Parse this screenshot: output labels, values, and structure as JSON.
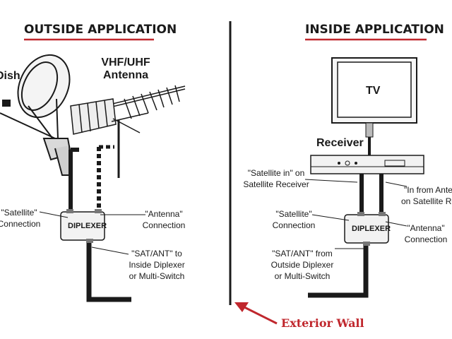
{
  "outside": {
    "title": "OUTSIDE APPLICATION",
    "dish_label": "Dish",
    "antenna_label_1": "VHF/UHF",
    "antenna_label_2": "Antenna",
    "satellite_conn_1": "\"Satellite\"",
    "satellite_conn_2": "Connection",
    "antenna_conn_1": "\"Antenna\"",
    "antenna_conn_2": "Connection",
    "diplexer_label": "DIPLEXER",
    "satant_1": "\"SAT/ANT\" to",
    "satant_2": "Inside Diplexer",
    "satant_3": "or Multi-Switch"
  },
  "inside": {
    "title": "INSIDE APPLICATION",
    "tv_label": "TV",
    "receiver_label": "Receiver",
    "satin_1": "\"Satellite in\" on",
    "satin_2": "Satellite Receiver",
    "inant_1": "\"In from Ante",
    "inant_2": "on Satellite Rece",
    "satellite_conn_1": "\"Satellite\"",
    "satellite_conn_2": "Connection",
    "antenna_conn_1": "\"Antenna\"",
    "antenna_conn_2": "Connection",
    "diplexer_label": "DIPLEXER",
    "satant_1": "\"SAT/ANT\" from",
    "satant_2": "Outside Diplexer",
    "satant_3": "or Multi-Switch"
  },
  "wall": {
    "label": "Exterior Wall"
  },
  "colors": {
    "accent": "#c0272d",
    "ink": "#1a1a1a"
  }
}
